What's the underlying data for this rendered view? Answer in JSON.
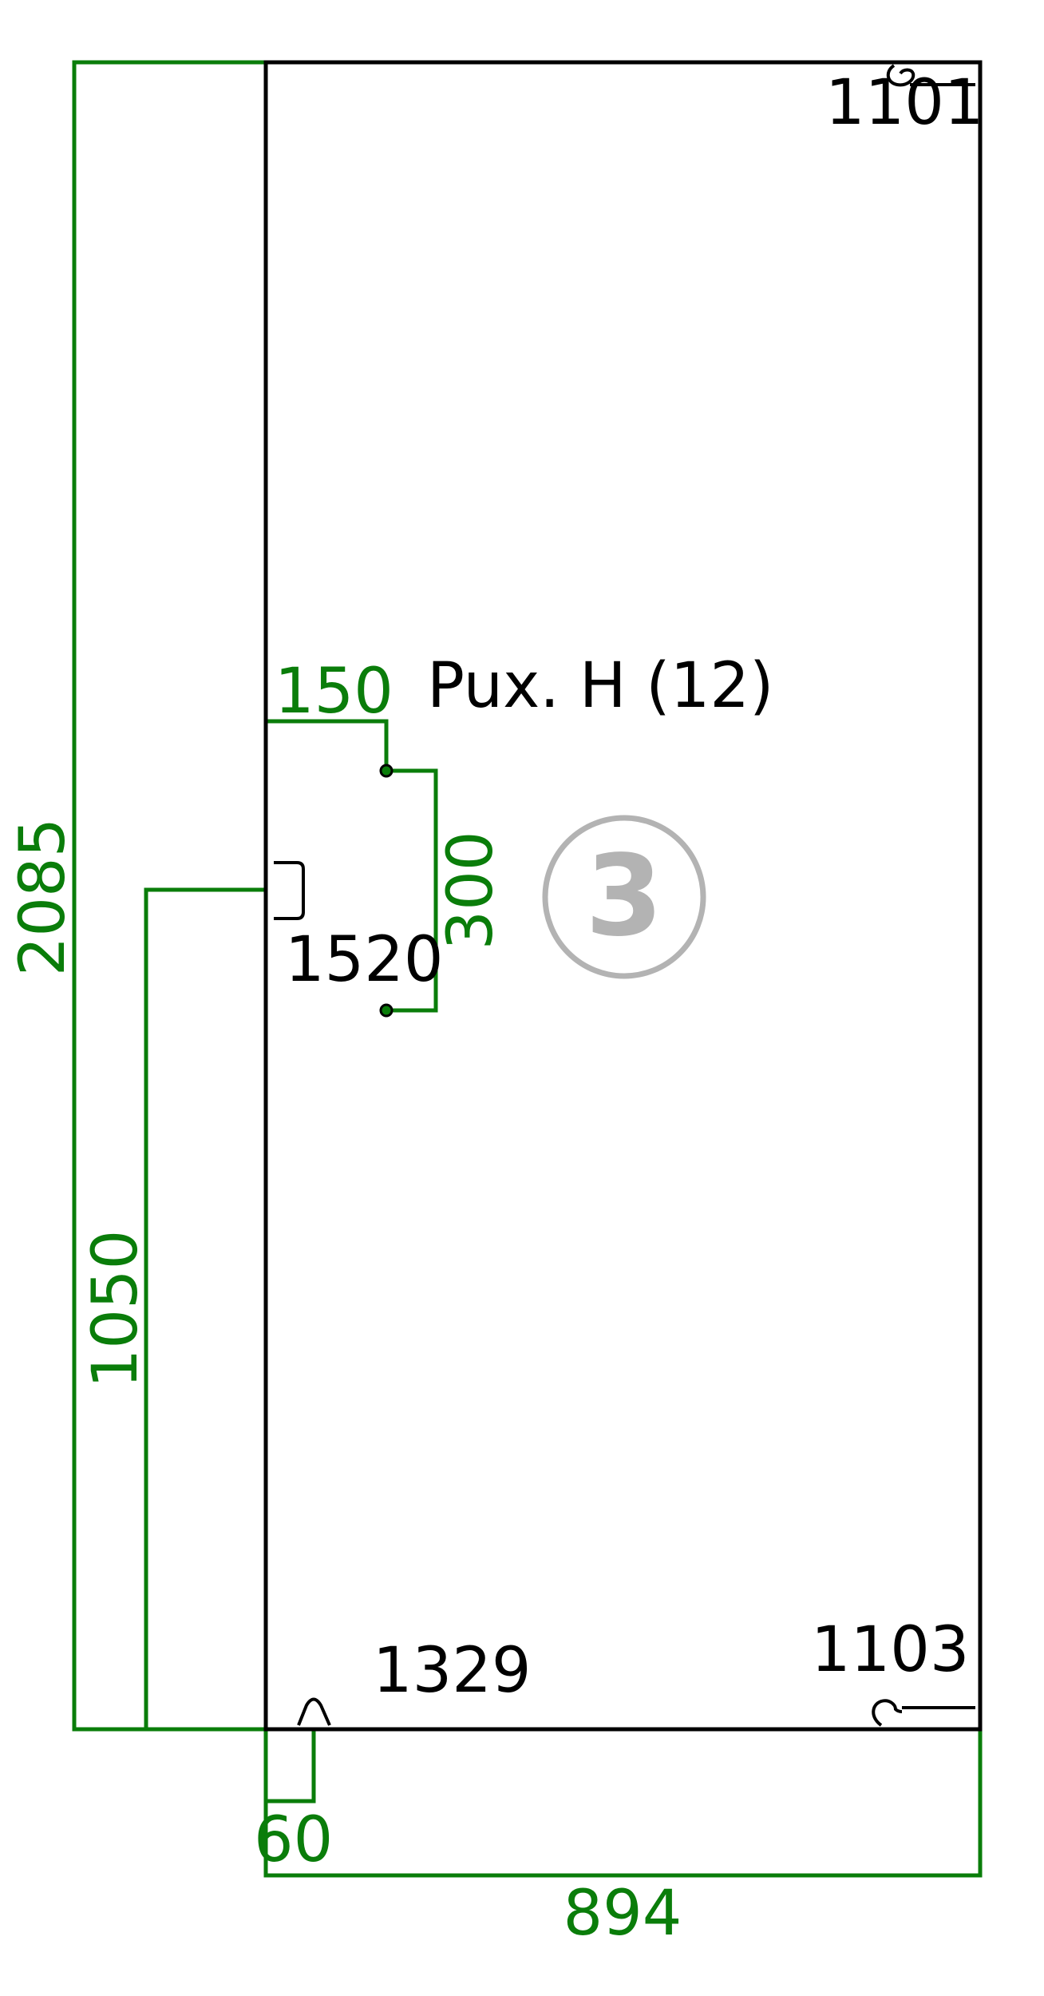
{
  "colors": {
    "dimension": "#0a7d0a",
    "outline": "#000000",
    "badge": "#b3b3b3",
    "background": "#ffffff"
  },
  "panel": {
    "label": "Pux. H (12)",
    "badge": "3"
  },
  "dimensions": {
    "height_total": "2085",
    "width_total": "894",
    "handle_height": "1050",
    "handle_offset_x": "150",
    "handle_span": "300",
    "hinge_offset": "60"
  },
  "parts": {
    "hinge_top": "1101",
    "hinge_bottom": "1103",
    "handle": "1520",
    "foot": "1329"
  },
  "icons": {
    "hinge": "hinge-hook-icon",
    "handle": "handle-bracket-icon",
    "foot": "foot-arch-icon"
  }
}
